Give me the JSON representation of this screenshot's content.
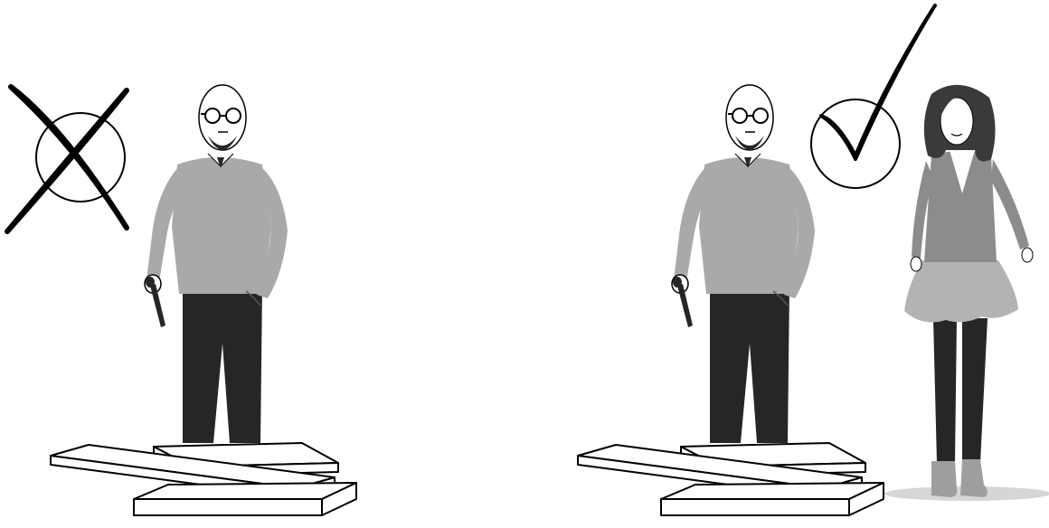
{
  "panels": [
    {
      "id": "incorrect",
      "status_mark": "cross-in-circle",
      "figures": [
        "man-with-wrench"
      ],
      "boards": 3
    },
    {
      "id": "correct",
      "status_mark": "check-in-circle",
      "figures": [
        "man-with-wrench",
        "woman-assistant"
      ],
      "boards": 3
    }
  ],
  "colors": {
    "stroke": "#000000",
    "sweater": "#a9a9a9",
    "pants": "#262626",
    "woman_top": "#8c8c8c",
    "woman_skirt": "#b3b3b3",
    "woman_boots": "#9e9e9e",
    "hair": "#3a3a3a",
    "board_fill": "#ffffff",
    "shadow": "#d6d6d6"
  },
  "icons": [
    "cross-icon",
    "check-icon"
  ]
}
